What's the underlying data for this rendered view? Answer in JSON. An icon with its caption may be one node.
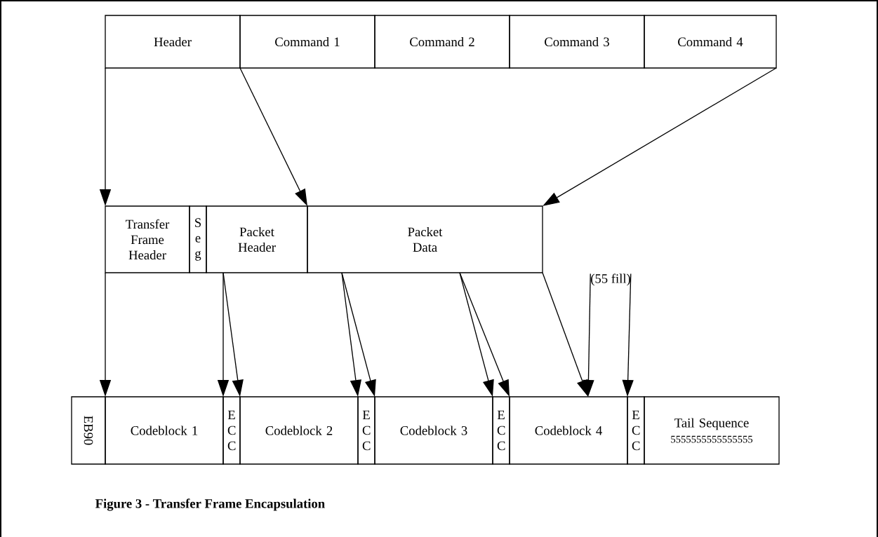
{
  "diagram": {
    "caption": "Figure 3 - Transfer Frame Encapsulation",
    "nodes": [
      {
        "text": [
          "Header"
        ]
      },
      {
        "text": [
          "Command 1"
        ]
      },
      {
        "text": [
          "Command 2"
        ]
      },
      {
        "text": [
          "Command 3"
        ]
      },
      {
        "text": [
          "Command 4"
        ]
      },
      {
        "text": [
          "Transfer Frame Header"
        ]
      },
      {
        "text": [
          "S e g"
        ]
      },
      {
        "text": [
          "Packet Header"
        ]
      },
      {
        "text": [
          "Packet Data"
        ]
      },
      {
        "text": [
          "EB90"
        ]
      },
      {
        "text": [
          "Codeblock 1"
        ]
      },
      {
        "text": [
          "E C C"
        ]
      },
      {
        "text": [
          "Codeblock 2"
        ]
      },
      {
        "text": [
          "E C C"
        ]
      },
      {
        "text": [
          "Codeblock 3"
        ]
      },
      {
        "text": [
          "E C C"
        ]
      },
      {
        "text": [
          "Codeblock 4"
        ]
      },
      {
        "text": [
          "E C C"
        ]
      },
      {
        "text": [
          "Tail Sequence",
          "5555555555555555"
        ]
      },
      {
        "text": [
          "(55 fill)"
        ]
      }
    ],
    "edges": [
      {
        "from": 0,
        "to": 5,
        "arrow": "to"
      },
      {
        "from": 1,
        "to": 8,
        "arrow": "to"
      },
      {
        "from": 4,
        "to": 8,
        "arrow": "to"
      },
      {
        "from": 5,
        "to": 10,
        "arrow": "to"
      },
      {
        "from": 7,
        "to": 11,
        "arrow": "to"
      },
      {
        "from": 7,
        "to": 12,
        "arrow": "to"
      },
      {
        "from": 8,
        "to": 13,
        "arrow": "to"
      },
      {
        "from": 8,
        "to": 14,
        "arrow": "to"
      },
      {
        "from": 8,
        "to": 15,
        "arrow": "to"
      },
      {
        "from": 8,
        "to": 16,
        "arrow": "to"
      },
      {
        "from": 8,
        "to": 16,
        "arrow": "to"
      },
      {
        "from": 19,
        "to": 16,
        "arrow": "to"
      },
      {
        "from": 19,
        "to": 17,
        "arrow": "to"
      }
    ]
  }
}
